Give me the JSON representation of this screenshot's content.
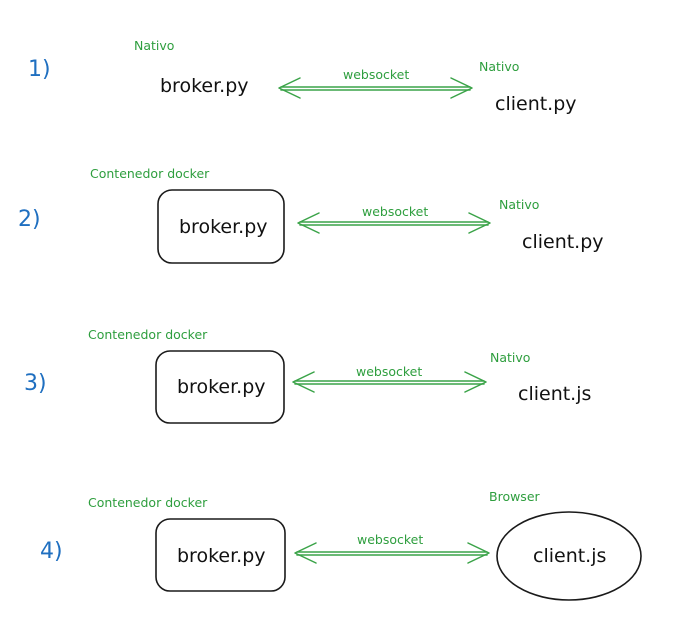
{
  "rows": [
    {
      "number": "1)",
      "broker_env": "Nativo",
      "broker": "broker.py",
      "protocol": "websocket",
      "client_env": "Nativo",
      "client": "client.py"
    },
    {
      "number": "2)",
      "broker_env": "Contenedor docker",
      "broker": "broker.py",
      "protocol": "websocket",
      "client_env": "Nativo",
      "client": "client.py"
    },
    {
      "number": "3)",
      "broker_env": "Contenedor docker",
      "broker": "broker.py",
      "protocol": "websocket",
      "client_env": "Nativo",
      "client": "client.js"
    },
    {
      "number": "4)",
      "broker_env": "Contenedor docker",
      "broker": "broker.py",
      "protocol": "websocket",
      "client_env": "Browser",
      "client": "client.js"
    }
  ],
  "colors": {
    "number": "#1f6fc0",
    "note": "#2e9e3e",
    "arrow": "#3aa348",
    "ink": "#111111"
  }
}
